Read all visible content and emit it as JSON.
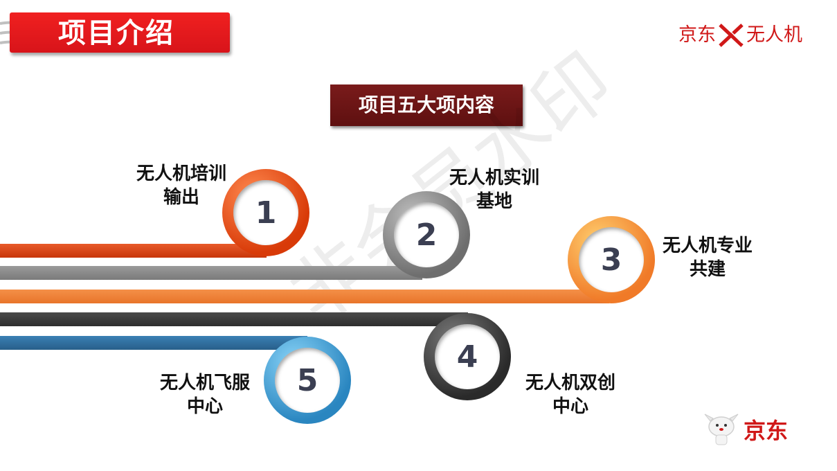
{
  "header": {
    "title": "项目介绍",
    "brand_left": "京东",
    "brand_right": "无人机"
  },
  "subtitle": "项目五大项内容",
  "items": [
    {
      "number": "1",
      "label_line1": "无人机培训",
      "label_line2": "输出",
      "color": "#e0400c"
    },
    {
      "number": "2",
      "label_line1": "无人机实训",
      "label_line2": "基地",
      "color": "#8a8a8a"
    },
    {
      "number": "3",
      "label_line1": "无人机专业",
      "label_line2": "共建",
      "color": "#f08030"
    },
    {
      "number": "4",
      "label_line1": "无人机双创",
      "label_line2": "中心",
      "color": "#3a3a3a"
    },
    {
      "number": "5",
      "label_line1": "无人机飞服",
      "label_line2": "中心",
      "color": "#2e74a8"
    }
  ],
  "watermark": "非会员水印",
  "footer_brand": "京东",
  "colors": {
    "title_red": "#e01a1e",
    "subtitle_maroon": "#6a1414",
    "brand_red": "#d01818"
  }
}
